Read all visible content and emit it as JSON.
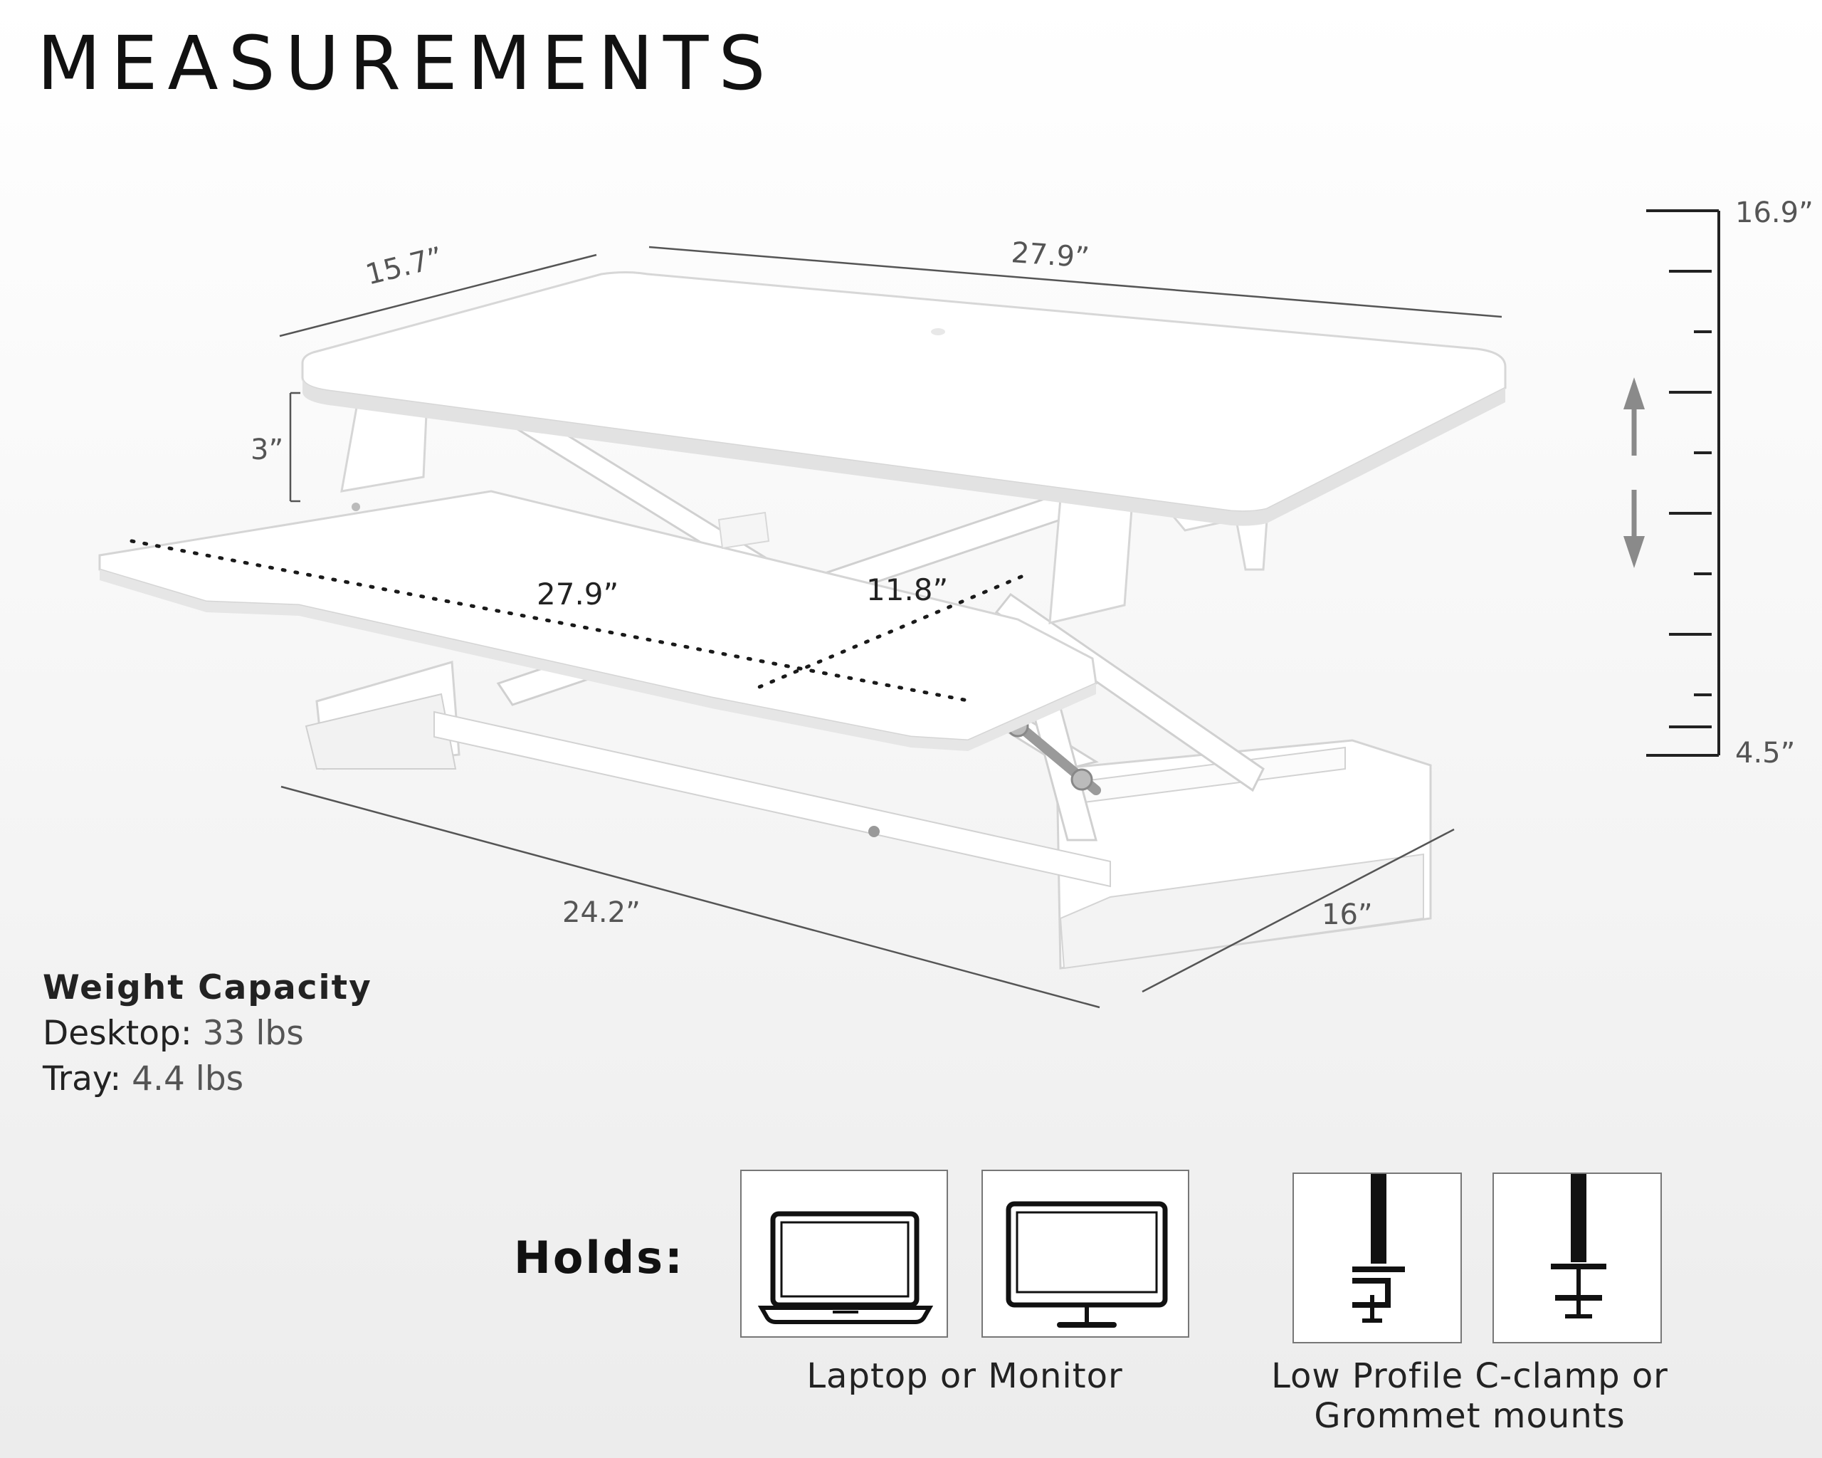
{
  "title": "MEASUREMENTS",
  "dimensions": {
    "top_depth": "15.7”",
    "top_width": "27.9”",
    "gap_height": "3”",
    "tray_width": "27.9”",
    "tray_depth": "11.8”",
    "base_width": "24.2”",
    "base_depth": "16”",
    "height_max": "16.9”",
    "height_min": "4.5”"
  },
  "weight": {
    "title": "Weight Capacity",
    "desktop_label": "Desktop:",
    "desktop_value": "33 lbs",
    "tray_label": "Tray:",
    "tray_value": "4.4 lbs"
  },
  "holds": {
    "label": "Holds:",
    "device_caption": "Laptop or Monitor",
    "mount_caption_line1": "Low Profile C-clamp or",
    "mount_caption_line2": "Grommet mounts",
    "icons": [
      "laptop-icon",
      "monitor-icon",
      "c-clamp-icon",
      "grommet-icon"
    ]
  },
  "colors": {
    "desk": "#ffffff",
    "desk_shadow": "#dcdcdc",
    "line": "#555555",
    "arrow": "#8a8a8a"
  }
}
